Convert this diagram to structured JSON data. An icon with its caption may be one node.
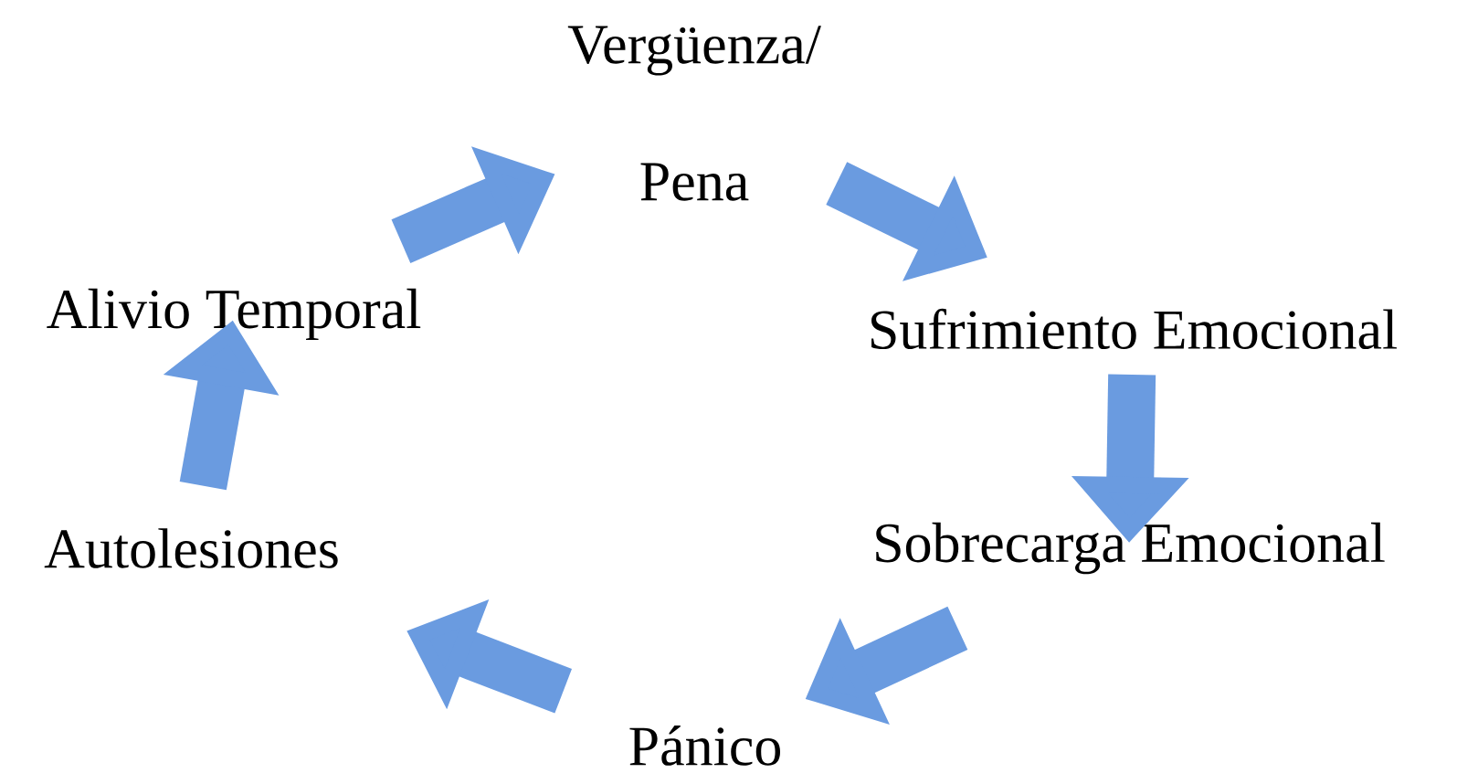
{
  "diagram": {
    "nodes": [
      {
        "text": [
          "Vergüenza/ Pena"
        ]
      },
      {
        "text": [
          "Sufrimiento Emocional"
        ]
      },
      {
        "text": [
          "Sobrecarga Emocional"
        ]
      },
      {
        "text": [
          "Pánico"
        ]
      },
      {
        "text": [
          "Autolesiones"
        ]
      },
      {
        "text": [
          "Alivio Temporal"
        ]
      }
    ],
    "edges": [
      {
        "from": 0,
        "to": 1,
        "arrow": "to"
      },
      {
        "from": 1,
        "to": 2,
        "arrow": "to"
      },
      {
        "from": 2,
        "to": 3,
        "arrow": "to"
      },
      {
        "from": 3,
        "to": 4,
        "arrow": "to"
      },
      {
        "from": 4,
        "to": 5,
        "arrow": "to"
      },
      {
        "from": 5,
        "to": 0,
        "arrow": "to"
      }
    ]
  }
}
